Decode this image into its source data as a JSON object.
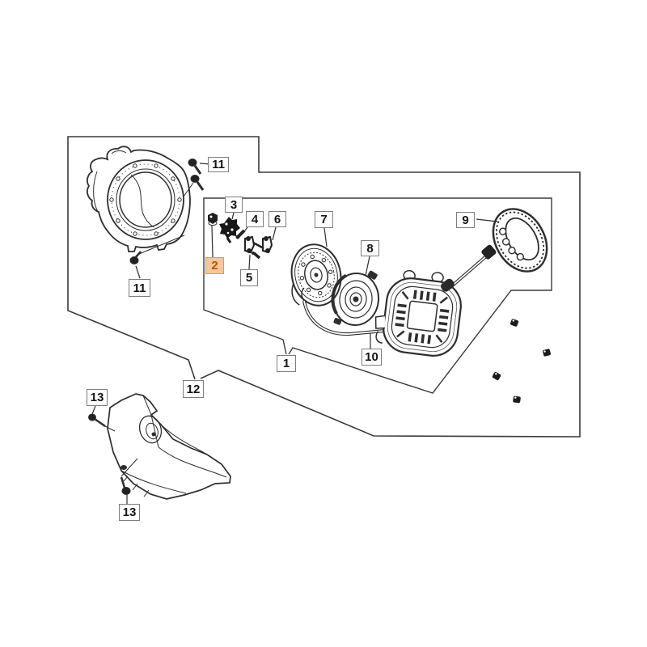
{
  "diagram": {
    "type": "exploded-parts-diagram",
    "background_color": "#ffffff",
    "line_color": "#2e2e2e",
    "label_box": {
      "bg": "#ffffff",
      "border": "#7d7d7d",
      "text_color": "#141414"
    },
    "highlight_style": {
      "bg": "#f6c79b",
      "border": "#e8954f",
      "text_color": "#b35309"
    },
    "labels": [
      {
        "text": "1",
        "highlighted": false
      },
      {
        "text": "2",
        "highlighted": true
      },
      {
        "text": "3",
        "highlighted": false
      },
      {
        "text": "4",
        "highlighted": false
      },
      {
        "text": "5",
        "highlighted": false
      },
      {
        "text": "6",
        "highlighted": false
      },
      {
        "text": "7",
        "highlighted": false
      },
      {
        "text": "8",
        "highlighted": false
      },
      {
        "text": "9",
        "highlighted": false
      },
      {
        "text": "10",
        "highlighted": false
      },
      {
        "text": "11",
        "highlighted": false
      },
      {
        "text": "11",
        "highlighted": false
      },
      {
        "text": "12",
        "highlighted": false
      },
      {
        "text": "13",
        "highlighted": false
      },
      {
        "text": "13",
        "highlighted": false
      }
    ]
  }
}
